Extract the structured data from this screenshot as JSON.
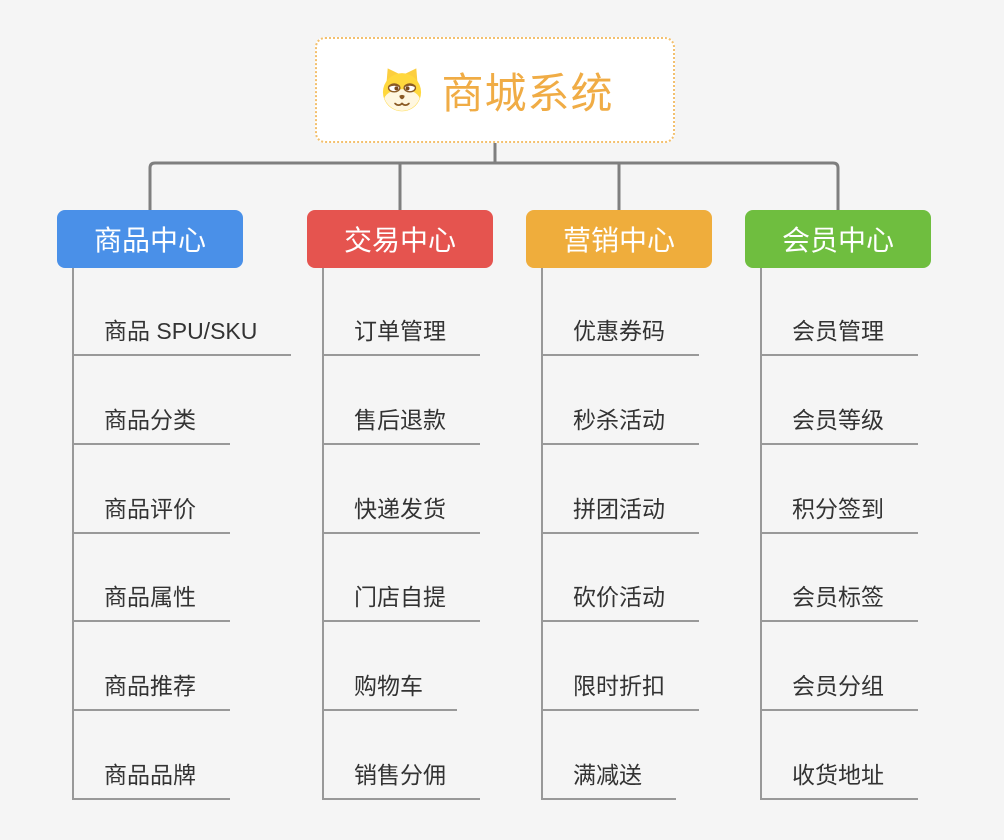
{
  "canvas": {
    "background": "#F5F5F5",
    "connector_color": "#7F7F7F",
    "line_color": "#999999"
  },
  "root": {
    "title": "商城系统",
    "title_color": "#F0AC45",
    "border_color": "#F3C06E",
    "icon": "shiba-dog-icon"
  },
  "branches": [
    {
      "id": "product-center",
      "label": "商品中心",
      "color": "#4A90E8",
      "children": [
        "商品 SPU/SKU",
        "商品分类",
        "商品评价",
        "商品属性",
        "商品推荐",
        "商品品牌"
      ]
    },
    {
      "id": "trade-center",
      "label": "交易中心",
      "color": "#E5544F",
      "children": [
        "订单管理",
        "售后退款",
        "快递发货",
        "门店自提",
        "购物车",
        "销售分佣"
      ]
    },
    {
      "id": "marketing-center",
      "label": "营销中心",
      "color": "#EFAD3C",
      "children": [
        "优惠券码",
        "秒杀活动",
        "拼团活动",
        "砍价活动",
        "限时折扣",
        "满减送"
      ]
    },
    {
      "id": "member-center",
      "label": "会员中心",
      "color": "#6FBE3F",
      "children": [
        "会员管理",
        "会员等级",
        "积分签到",
        "会员标签",
        "会员分组",
        "收货地址"
      ]
    }
  ]
}
